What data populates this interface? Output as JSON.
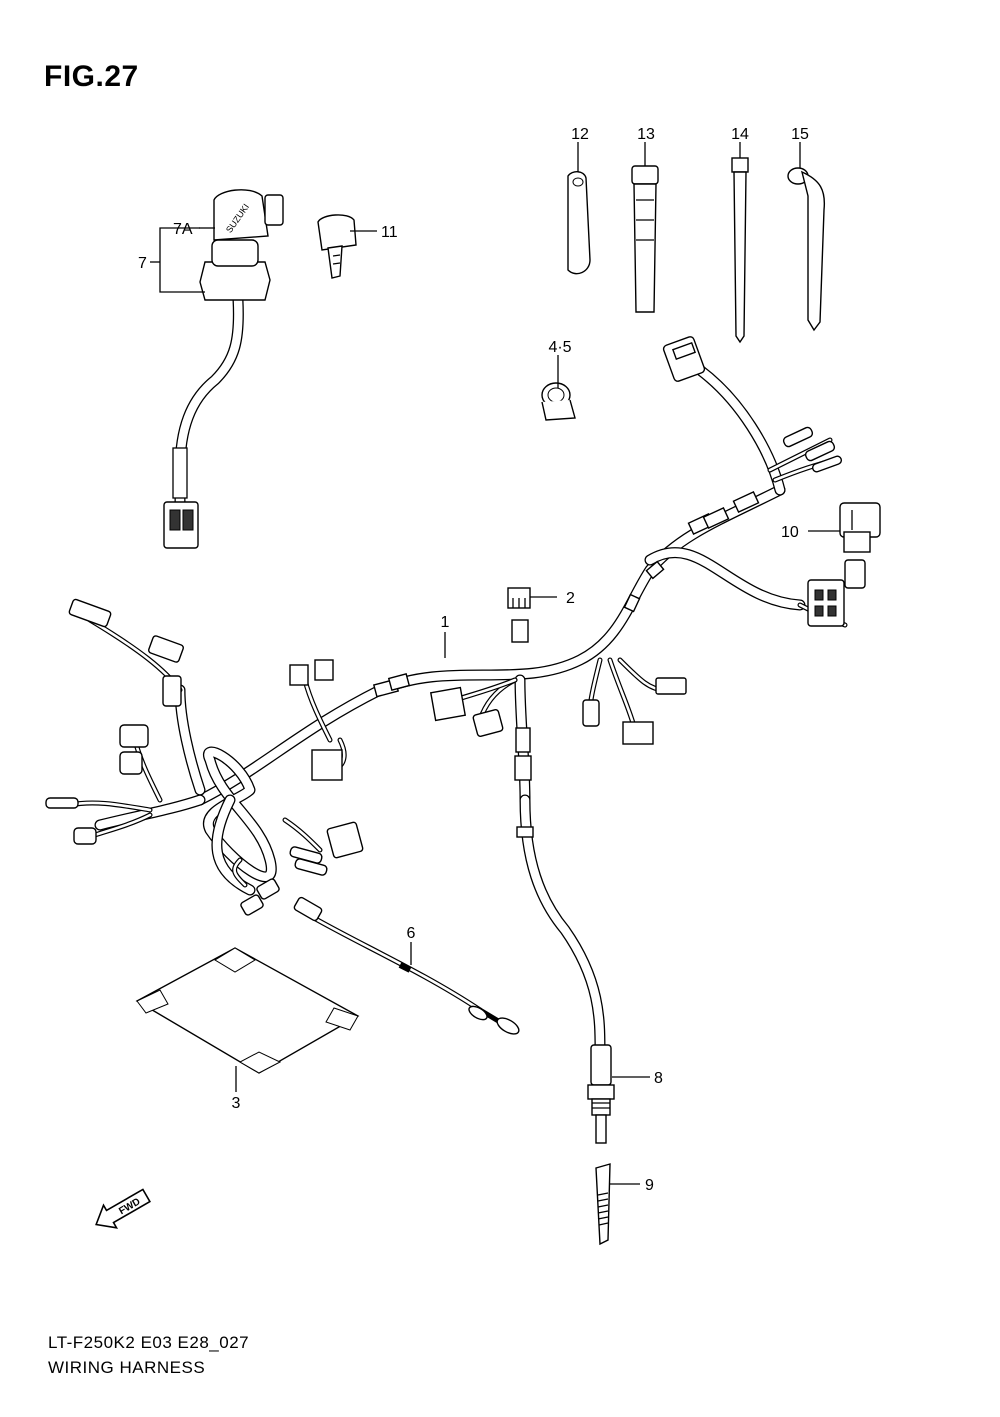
{
  "figure": {
    "title": "FIG.27"
  },
  "callouts": [
    {
      "id": "p1",
      "label": "1"
    },
    {
      "id": "p2",
      "label": "2"
    },
    {
      "id": "p3",
      "label": "3"
    },
    {
      "id": "p45",
      "label": "4·5"
    },
    {
      "id": "p6",
      "label": "6"
    },
    {
      "id": "p7",
      "label": "7"
    },
    {
      "id": "p7a",
      "label": "7A"
    },
    {
      "id": "p8",
      "label": "8"
    },
    {
      "id": "p9",
      "label": "9"
    },
    {
      "id": "p10",
      "label": "10"
    },
    {
      "id": "p11",
      "label": "11"
    },
    {
      "id": "p12",
      "label": "12"
    },
    {
      "id": "p13",
      "label": "13"
    },
    {
      "id": "p14",
      "label": "14"
    },
    {
      "id": "p15",
      "label": "15"
    }
  ],
  "ignition": {
    "brand": "SUZUKI"
  },
  "fwd_arrow": {
    "label": "FWD"
  },
  "footer": {
    "code": "LT-F250K2 E03 E28_027",
    "title": "WIRING HARNESS"
  }
}
